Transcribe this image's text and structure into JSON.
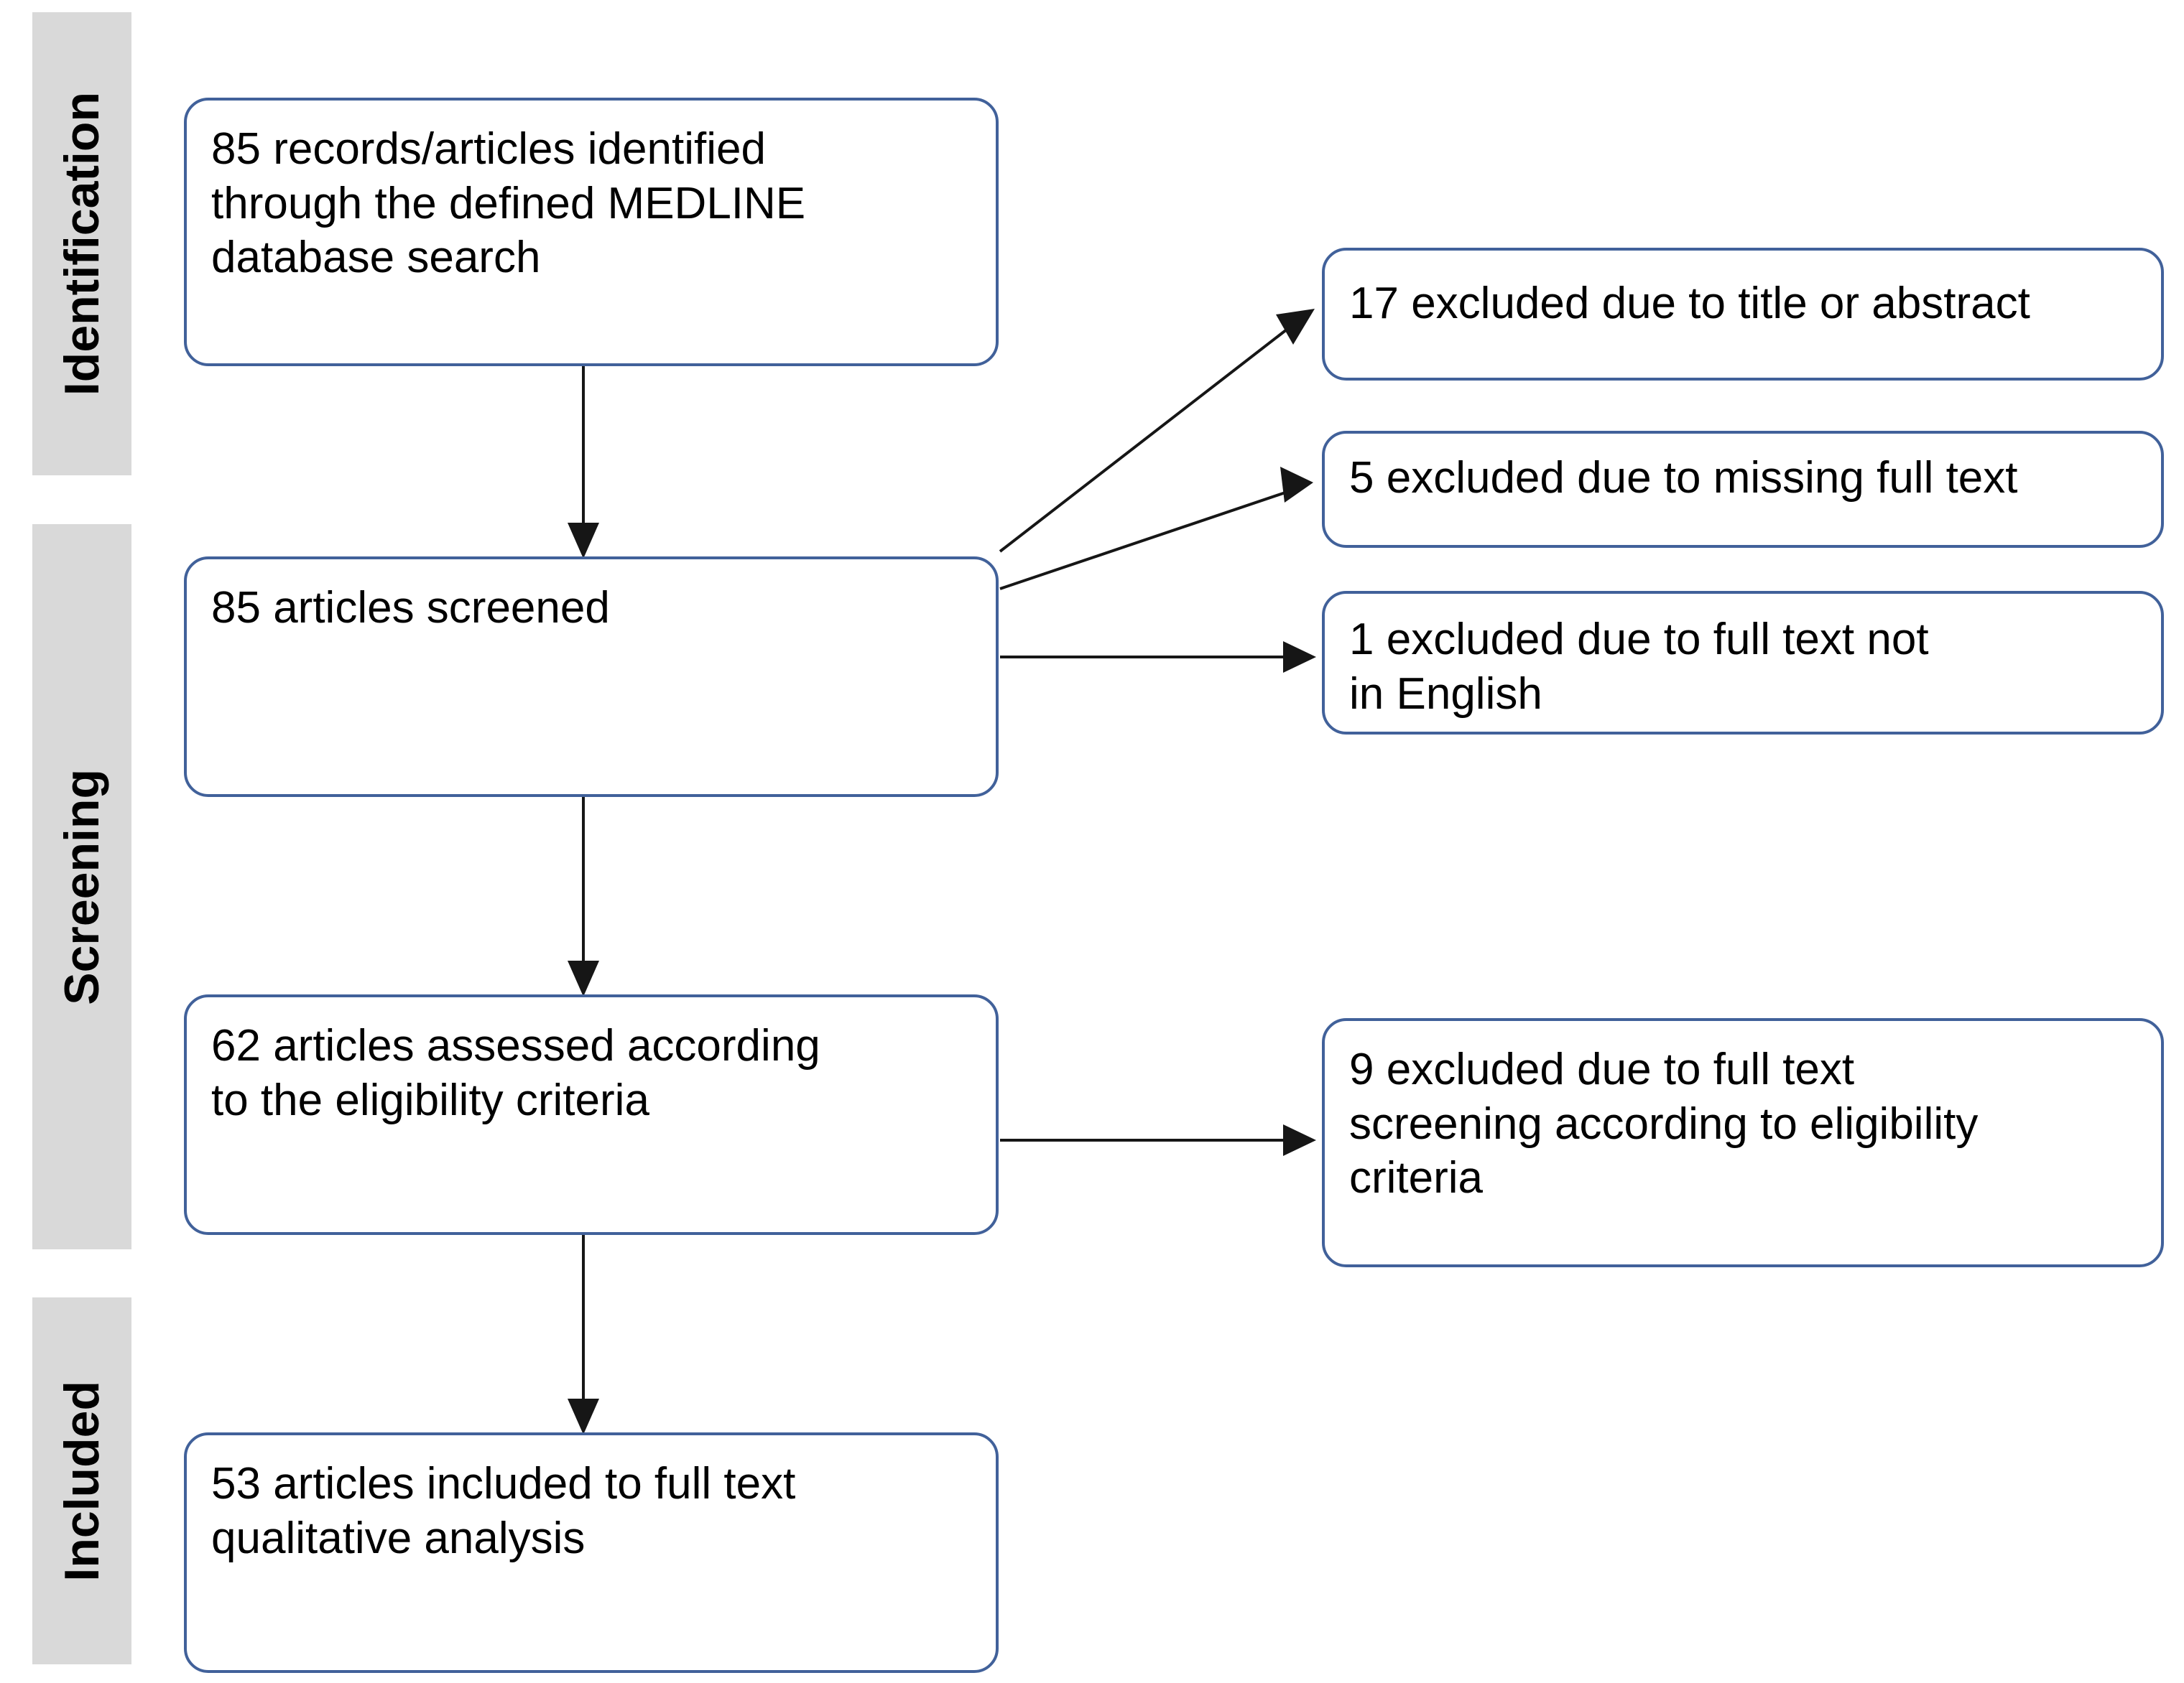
{
  "diagram": {
    "type": "prisma-flow-diagram",
    "accent_color": "#41619a",
    "band_color": "#d9d9d9",
    "connector_color": "#161616",
    "stages": [
      {
        "id": "identification",
        "label": "Identification"
      },
      {
        "id": "screening",
        "label": "Screening"
      },
      {
        "id": "included",
        "label": "Included"
      }
    ],
    "main_boxes": [
      {
        "id": "identified",
        "count": 85,
        "text": "85 records/articles identified\nthrough the defined MEDLINE\ndatabase search"
      },
      {
        "id": "screened",
        "count": 85,
        "text": "85 articles screened"
      },
      {
        "id": "assessed",
        "count": 62,
        "text": "62 articles assessed according\nto the eligibility criteria"
      },
      {
        "id": "included",
        "count": 53,
        "text": "53 articles included to full text\nqualitative analysis"
      }
    ],
    "exclusion_boxes": [
      {
        "id": "excl-title",
        "count": 17,
        "text": "17 excluded due to title  or abstract"
      },
      {
        "id": "excl-missing",
        "count": 5,
        "text": "5 excluded due to missing full text"
      },
      {
        "id": "excl-english",
        "count": 1,
        "text": "1 excluded due to full text not\nin English"
      },
      {
        "id": "excl-elig",
        "count": 9,
        "text": "9 excluded due to full text\nscreening according to eligibility\ncriteria"
      }
    ]
  }
}
